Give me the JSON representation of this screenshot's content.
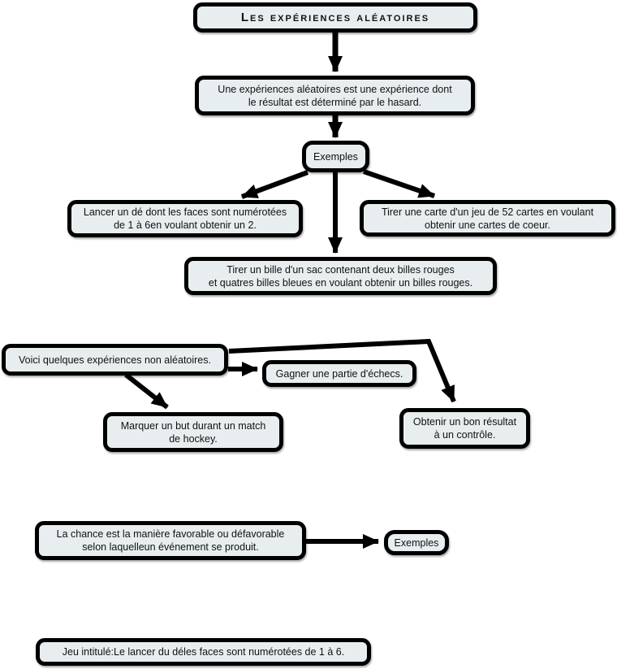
{
  "diagram": {
    "title": "Les expériences aléatoires",
    "nodes": {
      "definition": {
        "line1": "Une expériences aléatoires est une expérience dont",
        "line2": "le résultat est déterminé par le hasard."
      },
      "examples_label": "Exemples",
      "dice": {
        "line1": "Lancer un dé dont les faces sont numérotées",
        "line2": "de 1 à 6en voulant obtenir un 2."
      },
      "cards": {
        "line1": "Tirer une carte d'un jeu de 52 cartes en voulant",
        "line2": "obtenir une cartes de coeur."
      },
      "marbles": {
        "line1": "Tirer un bille d'un sac contenant deux billes rouges",
        "line2": "et quatres billes bleues en voulant obtenir un billes rouges."
      },
      "non_random_intro": "Voici quelques expériences non aléatoires.",
      "chess": "Gagner une partie d'échecs.",
      "hockey": {
        "line1": "Marquer un but durant un match",
        "line2": "de hockey."
      },
      "control": {
        "line1": "Obtenir un bon résultat",
        "line2": "à un contrôle."
      },
      "chance": {
        "line1": "La chance est la manière favorable ou défavorable",
        "line2": "selon laquelleun événement se produit."
      },
      "examples2_label": "Exemples",
      "game": "Jeu intitulé:Le lancer du déles faces sont numérotées de 1 à 6."
    },
    "colors": {
      "background": "#ffffff",
      "node_fill": "#e8eef0",
      "node_border": "#000000",
      "arrow": "#000000",
      "text": "#111111"
    }
  }
}
